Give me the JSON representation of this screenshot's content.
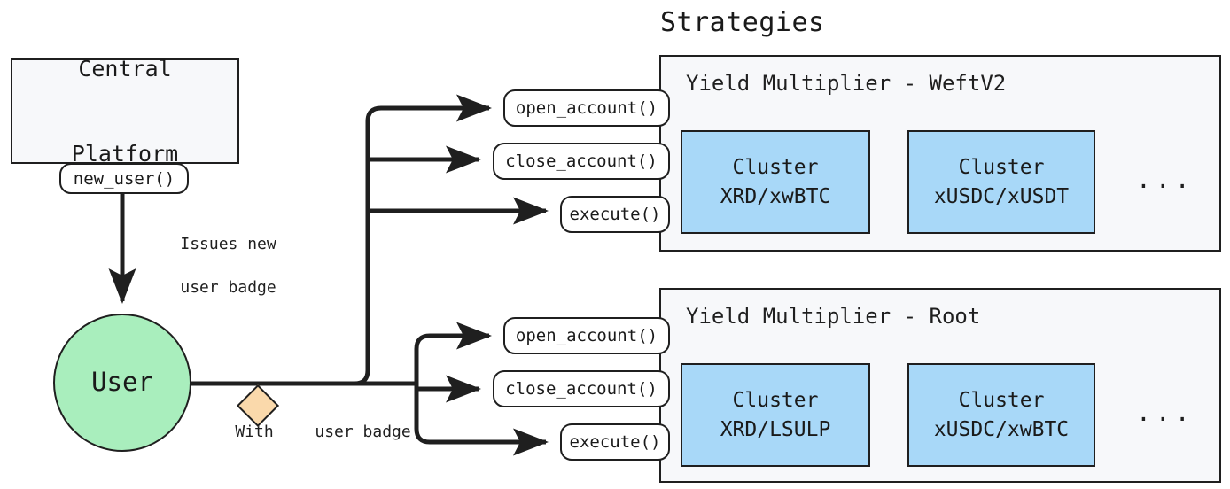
{
  "diagram": {
    "title": "Strategies"
  },
  "central_platform": {
    "name": "Central Platform",
    "line1": "Central",
    "line2": "Platform",
    "method": "new_user()"
  },
  "issue_edge": {
    "line1": "Issues new",
    "line2": "user badge"
  },
  "user": {
    "label": "User",
    "badge_prefix": "With",
    "badge_icon": "diamond-badge-icon",
    "badge_suffix": "user badge"
  },
  "methods": {
    "open_account": "open_account()",
    "close_account": "close_account()",
    "execute": "execute()"
  },
  "strategies": [
    {
      "title": "Yield Multiplier - WeftV2",
      "clusters": [
        {
          "heading": "Cluster",
          "pair": "XRD/xwBTC"
        },
        {
          "heading": "Cluster",
          "pair": "xUSDC/xUSDT"
        }
      ],
      "more": "...",
      "methods": {
        "open_account": "open_account()",
        "close_account": "close_account()",
        "execute": "execute()"
      }
    },
    {
      "title": "Yield Multiplier - Root",
      "clusters": [
        {
          "heading": "Cluster",
          "pair": "XRD/LSULP"
        },
        {
          "heading": "Cluster",
          "pair": "xUSDC/xwBTC"
        }
      ],
      "more": "...",
      "methods": {
        "open_account": "open_account()",
        "close_account": "close_account()",
        "execute": "execute()"
      }
    }
  ],
  "colors": {
    "user_fill": "#a9eebd",
    "cluster_fill": "#a8d8f8",
    "badge_fill": "#fad9ab",
    "panel_fill": "#f7f8fa",
    "stroke": "#1f1f1f",
    "page_background": "#ffffff"
  }
}
